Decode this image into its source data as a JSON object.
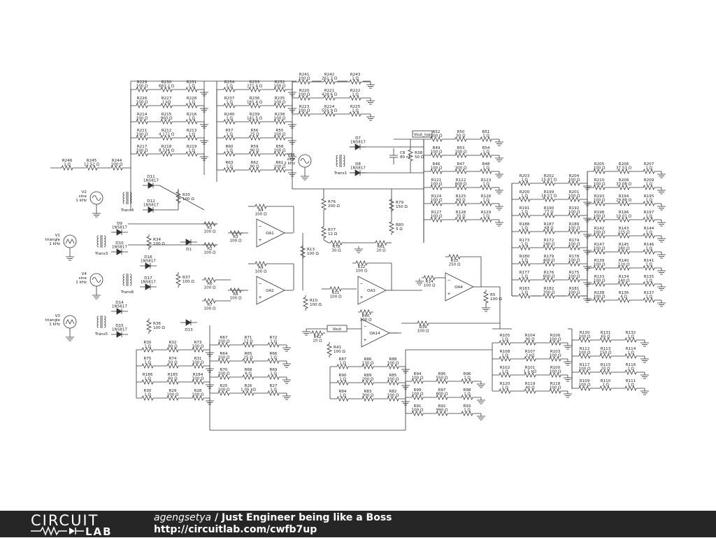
{
  "footer": {
    "logo_top": "CIRCUIT",
    "logo_bottom": "LAB",
    "author": "agengsetya",
    "separator": " / ",
    "title": "Just Engineer being like a Boss",
    "url": "http://circuitlab.com/cwfb7up"
  },
  "resistor_grids": [
    {
      "name": "top-left-grid",
      "rows": [
        [
          [
            "R229",
            "100 Ω"
          ],
          [
            "R230",
            "683.2 Ω"
          ],
          [
            "R231",
            "1 Ω"
          ]
        ],
        [
          [
            "R226",
            "100 Ω"
          ],
          [
            "R227",
            "1 kΩ"
          ],
          [
            "R228",
            "1 Ω"
          ]
        ],
        [
          [
            "R214",
            "100 Ω"
          ],
          [
            "R215",
            "900 Ω"
          ],
          [
            "R216",
            "1 Ω"
          ]
        ],
        [
          [
            "R211",
            "100 Ω"
          ],
          [
            "R212",
            "4.172 Ω"
          ],
          [
            "R213",
            "1 Ω"
          ]
        ],
        [
          [
            "R217",
            "100 Ω"
          ],
          [
            "R218",
            "8.334 Ω"
          ],
          [
            "R219",
            "1 Ω"
          ]
        ]
      ]
    },
    {
      "name": "top-middle-grid",
      "rows": [
        [
          [
            "R234",
            "1 Ω"
          ],
          [
            "R233",
            "271.4 Ω"
          ],
          [
            "R232",
            "100 Ω"
          ]
        ],
        [
          [
            "R237",
            "1 Ω"
          ],
          [
            "R236",
            "181.4 Ω"
          ],
          [
            "R235",
            "100 Ω"
          ]
        ],
        [
          [
            "R240",
            "1 Ω"
          ],
          [
            "R239",
            "141.5 Ω"
          ],
          [
            "R238",
            "100 Ω"
          ]
        ],
        [
          [
            "R57",
            "1 Ω"
          ],
          [
            "R56",
            "25 Ω"
          ],
          [
            "R55",
            "100 Ω"
          ]
        ],
        [
          [
            "R60",
            "1 Ω"
          ],
          [
            "R59",
            "90 Ω"
          ],
          [
            "R58",
            "100 Ω"
          ]
        ],
        [
          [
            "R63",
            "1 Ω"
          ],
          [
            "R62",
            "90 Ω"
          ],
          [
            "R61",
            "100 Ω"
          ]
        ]
      ]
    },
    {
      "name": "top-right-grid",
      "rows": [
        [
          [
            "R241",
            "100 Ω"
          ],
          [
            "R242",
            "261.3 Ω"
          ],
          [
            "R243",
            "1 Ω"
          ]
        ],
        [
          [
            "R220",
            "100 Ω"
          ],
          [
            "R221",
            "428.6 Ω"
          ],
          [
            "R222",
            "1 Ω"
          ]
        ],
        [
          [
            "R223",
            "100 Ω"
          ],
          [
            "R224",
            "555.9 Ω"
          ],
          [
            "R225",
            "1 Ω"
          ]
        ]
      ]
    },
    {
      "name": "output-grid",
      "rows": [
        [
          [
            "R52",
            "100 Ω"
          ],
          [
            "R50",
            "50 Ω"
          ],
          [
            "R51",
            "1 Ω"
          ]
        ],
        [
          [
            "R49",
            "100 Ω"
          ],
          [
            "R53",
            "100 Ω"
          ],
          [
            "R54",
            "1 Ω"
          ]
        ],
        [
          [
            "R46",
            "100 Ω"
          ],
          [
            "R47",
            "300 Ω"
          ],
          [
            "R48",
            "1 Ω"
          ]
        ],
        [
          [
            "R121",
            "100 Ω"
          ],
          [
            "R122",
            "800 Ω"
          ],
          [
            "R123",
            "1 Ω"
          ]
        ],
        [
          [
            "R124",
            "100 Ω"
          ],
          [
            "R125",
            "60 Ω"
          ],
          [
            "R126",
            "1 Ω"
          ]
        ],
        [
          [
            "R127",
            "100 Ω"
          ],
          [
            "R128",
            "35 Ω"
          ],
          [
            "R129",
            "1 Ω"
          ]
        ]
      ]
    },
    {
      "name": "right-grid-a",
      "rows": [
        [
          [
            "R203",
            "1 Ω"
          ],
          [
            "R202",
            "15.87 Ω"
          ],
          [
            "R204",
            "100 Ω"
          ]
        ],
        [
          [
            "R200",
            "1 Ω"
          ],
          [
            "R199",
            "18.57 Ω"
          ],
          [
            "R201",
            "100 Ω"
          ]
        ],
        [
          [
            "R191",
            "1 Ω"
          ],
          [
            "R190",
            "77 Ω"
          ],
          [
            "R192",
            "100 Ω"
          ]
        ],
        [
          [
            "R188",
            "1 Ω"
          ],
          [
            "R187",
            "68 Ω"
          ],
          [
            "R189",
            "100 Ω"
          ]
        ],
        [
          [
            "R173",
            "1 Ω"
          ],
          [
            "R172",
            "240 Ω"
          ],
          [
            "R174",
            "100 Ω"
          ]
        ],
        [
          [
            "R180",
            "1 Ω"
          ],
          [
            "R179",
            "400 Ω"
          ],
          [
            "R178",
            "100 Ω"
          ]
        ],
        [
          [
            "R177",
            "1 Ω"
          ],
          [
            "R176",
            "600 Ω"
          ],
          [
            "R175",
            "100 Ω"
          ]
        ],
        [
          [
            "R183",
            "1 Ω"
          ],
          [
            "R182",
            "700 Ω"
          ],
          [
            "R181",
            "100 Ω"
          ]
        ]
      ]
    },
    {
      "name": "right-grid-b",
      "rows": [
        [
          [
            "R205",
            "100 Ω"
          ],
          [
            "R206",
            "37.53 Ω"
          ],
          [
            "R207",
            "1 Ω"
          ]
        ],
        [
          [
            "R210",
            "100 Ω"
          ],
          [
            "R208",
            "33.08 Ω"
          ],
          [
            "R209",
            "1 Ω"
          ]
        ],
        [
          [
            "R193",
            "100 Ω"
          ],
          [
            "R194",
            "29.88 Ω"
          ],
          [
            "R195",
            "1 Ω"
          ]
        ],
        [
          [
            "R198",
            "100 Ω"
          ],
          [
            "R196",
            "10.01 Ω"
          ],
          [
            "R197",
            "1 Ω"
          ]
        ],
        [
          [
            "R142",
            "100 Ω"
          ],
          [
            "R143",
            "225 Ω"
          ],
          [
            "R144",
            "1 Ω"
          ]
        ],
        [
          [
            "R147",
            "100 Ω"
          ],
          [
            "R145",
            "180 Ω"
          ],
          [
            "R146",
            "1 Ω"
          ]
        ],
        [
          [
            "R139",
            "100 Ω"
          ],
          [
            "R140",
            "120 Ω"
          ],
          [
            "R141",
            "1 Ω"
          ]
        ],
        [
          [
            "R133",
            "100 Ω"
          ],
          [
            "R134",
            "140 Ω"
          ],
          [
            "R135",
            "1 Ω"
          ]
        ],
        [
          [
            "R138",
            "100 Ω"
          ],
          [
            "R136",
            "4 Ω"
          ],
          [
            "R137",
            "1 Ω"
          ]
        ]
      ]
    },
    {
      "name": "bottom-right-grid",
      "rows": [
        [
          [
            "R130",
            "100 Ω"
          ],
          [
            "R131",
            "65 Ω"
          ],
          [
            "R132",
            "1 Ω"
          ]
        ],
        [
          [
            "R112",
            "100 Ω"
          ],
          [
            "R113",
            "150 Ω"
          ],
          [
            "R114",
            "1 Ω"
          ]
        ],
        [
          [
            "R117",
            "100 Ω"
          ],
          [
            "R115",
            "20 Ω"
          ],
          [
            "R116",
            "1 Ω"
          ]
        ],
        [
          [
            "R109",
            "100 Ω"
          ],
          [
            "R110",
            "2 Ω"
          ],
          [
            "R111",
            "1 Ω"
          ]
        ]
      ]
    },
    {
      "name": "bottom-middle-grid-a",
      "rows": [
        [
          [
            "R105",
            "1 Ω"
          ],
          [
            "R104",
            "90 Ω"
          ],
          [
            "R106",
            "100 Ω"
          ]
        ],
        [
          [
            "R108",
            "1 Ω"
          ],
          [
            "R107",
            "2 kΩ"
          ],
          [
            "R103",
            "100 Ω"
          ]
        ],
        [
          [
            "R102",
            "1 Ω"
          ],
          [
            "R101",
            "1.5 kΩ"
          ],
          [
            "R100",
            "100 Ω"
          ]
        ],
        [
          [
            "R120",
            "1 Ω"
          ],
          [
            "R119",
            "40 Ω"
          ],
          [
            "R118",
            "100 Ω"
          ]
        ]
      ]
    },
    {
      "name": "bottom-middle-grid-b",
      "rows": [
        [
          [
            "R94",
            "100 Ω"
          ],
          [
            "R95",
            "550 Ω"
          ],
          [
            "R96",
            "1 Ω"
          ]
        ],
        [
          [
            "R99",
            "100 Ω"
          ],
          [
            "R97",
            "800 Ω"
          ],
          [
            "R98",
            "1 Ω"
          ]
        ],
        [
          [
            "R91",
            "100 Ω"
          ],
          [
            "R92",
            "990 Ω"
          ],
          [
            "R93",
            "1 Ω"
          ]
        ]
      ]
    },
    {
      "name": "bottom-middle-grid-c",
      "rows": [
        [
          [
            "R87",
            "1 Ω"
          ],
          [
            "R86",
            "130 Ω"
          ],
          [
            "R88",
            "100 Ω"
          ]
        ],
        [
          [
            "R90",
            "1 Ω"
          ],
          [
            "R89",
            "200 Ω"
          ],
          [
            "R85",
            "100 Ω"
          ]
        ],
        [
          [
            "R84",
            "1 Ω"
          ],
          [
            "R83",
            "300 Ω"
          ],
          [
            "R82",
            "100 Ω"
          ]
        ]
      ]
    },
    {
      "name": "bottom-left-grid-a",
      "rows": [
        [
          [
            "R30",
            "1 Ω"
          ],
          [
            "R32",
            "80 Ω"
          ],
          [
            "R73",
            "100 Ω"
          ]
        ],
        [
          [
            "R75",
            "1 Ω"
          ],
          [
            "R74",
            "50 Ω"
          ],
          [
            "R31",
            "100 Ω"
          ]
        ],
        [
          [
            "R186",
            "1 Ω"
          ],
          [
            "R185",
            "60 Ω"
          ],
          [
            "R184",
            "100 Ω"
          ]
        ],
        [
          [
            "R30",
            "1 Ω"
          ],
          [
            "R29",
            "100 Ω"
          ],
          [
            "R28",
            "100 Ω"
          ]
        ]
      ]
    },
    {
      "name": "bottom-left-grid-b",
      "rows": [
        [
          [
            "R67",
            "100 Ω"
          ],
          [
            "R71",
            "12 Ω"
          ],
          [
            "R72",
            "1 Ω"
          ]
        ],
        [
          [
            "R64",
            "100 Ω"
          ],
          [
            "R65",
            "25 Ω"
          ],
          [
            "R66",
            "1 Ω"
          ]
        ],
        [
          [
            "R70",
            "100 Ω"
          ],
          [
            "R68",
            "6 Ω"
          ],
          [
            "R69",
            "1 Ω"
          ]
        ],
        [
          [
            "R25",
            "100 Ω"
          ],
          [
            "R26",
            "1.05 kΩ"
          ],
          [
            "R27",
            "1 Ω"
          ]
        ]
      ]
    }
  ],
  "chain": [
    [
      "R246",
      "1 Ω"
    ],
    [
      "R245",
      "12.52 Ω"
    ],
    [
      "R244",
      "100 Ω"
    ]
  ],
  "sources": [
    {
      "name": "V1",
      "l1": "triangle",
      "l2": "1 kHz"
    },
    {
      "name": "V2",
      "l1": "sine",
      "l2": "1 kHz"
    },
    {
      "name": "V3",
      "l1": "triangle",
      "l2": "1 kHz"
    },
    {
      "name": "V4",
      "l1": "sine",
      "l2": "1 kHz"
    },
    {
      "name": "V16",
      "l1": "sine",
      "l2": "2 kHz"
    }
  ],
  "transformers": [
    "Trans1",
    "Trans3",
    "Trans4",
    "Trans5",
    "Trans6"
  ],
  "diodes": [
    [
      "D11",
      "1N5817"
    ],
    [
      "D12",
      "1N5817"
    ],
    [
      "D9",
      "1N5817"
    ],
    [
      "D10",
      "1N5817"
    ],
    [
      "D16",
      "1N5817"
    ],
    [
      "D17",
      "1N5817"
    ],
    [
      "D14",
      "1N5817"
    ],
    [
      "D15",
      "1N5817"
    ],
    [
      "D7",
      "1N5817"
    ],
    [
      "D8",
      "1N5817"
    ],
    [
      "D1",
      ""
    ],
    [
      "D13",
      ""
    ]
  ],
  "opamps": [
    "OA1",
    "OA2",
    "OA3",
    "OA4",
    "OA14"
  ],
  "misc_parts": [
    [
      "R1",
      "100 Ω"
    ],
    [
      "R2",
      "100 Ω"
    ],
    [
      "R3",
      "100 Ω"
    ],
    [
      "R4",
      "100 Ω"
    ],
    [
      "R6",
      "100 Ω"
    ],
    [
      "R7",
      "100 Ω"
    ],
    [
      "R8",
      "100 Ω"
    ],
    [
      "R9",
      "100 Ω"
    ],
    [
      "R10",
      "100 Ω"
    ],
    [
      "R11",
      "100 Ω"
    ],
    [
      "R12",
      "100 Ω"
    ],
    [
      "R13",
      "100 Ω"
    ],
    [
      "R14",
      "100 Ω"
    ],
    [
      "R15",
      "250 Ω"
    ],
    [
      "R5",
      "100 Ω"
    ],
    [
      "R34",
      "100 Ω"
    ],
    [
      "R35",
      "100 Ω"
    ],
    [
      "R36",
      "100 Ω"
    ],
    [
      "R37",
      "100 Ω"
    ],
    [
      "R39",
      "100 Ω"
    ],
    [
      "R40",
      "100 Ω"
    ],
    [
      "R41",
      "100 Ω"
    ],
    [
      "R42",
      "20 Ω"
    ],
    [
      "R76",
      "200 Ω"
    ],
    [
      "R77",
      "12 Ω"
    ],
    [
      "R78",
      "30 Ω"
    ],
    [
      "R79",
      "150 Ω"
    ],
    [
      "R80",
      "5 Ω"
    ],
    [
      "R81",
      "20 Ω"
    ],
    [
      "R38",
      "50 Ω"
    ],
    [
      "C8",
      "80 nF"
    ]
  ],
  "net_labels": [
    "Vout_typ",
    "Vout"
  ]
}
